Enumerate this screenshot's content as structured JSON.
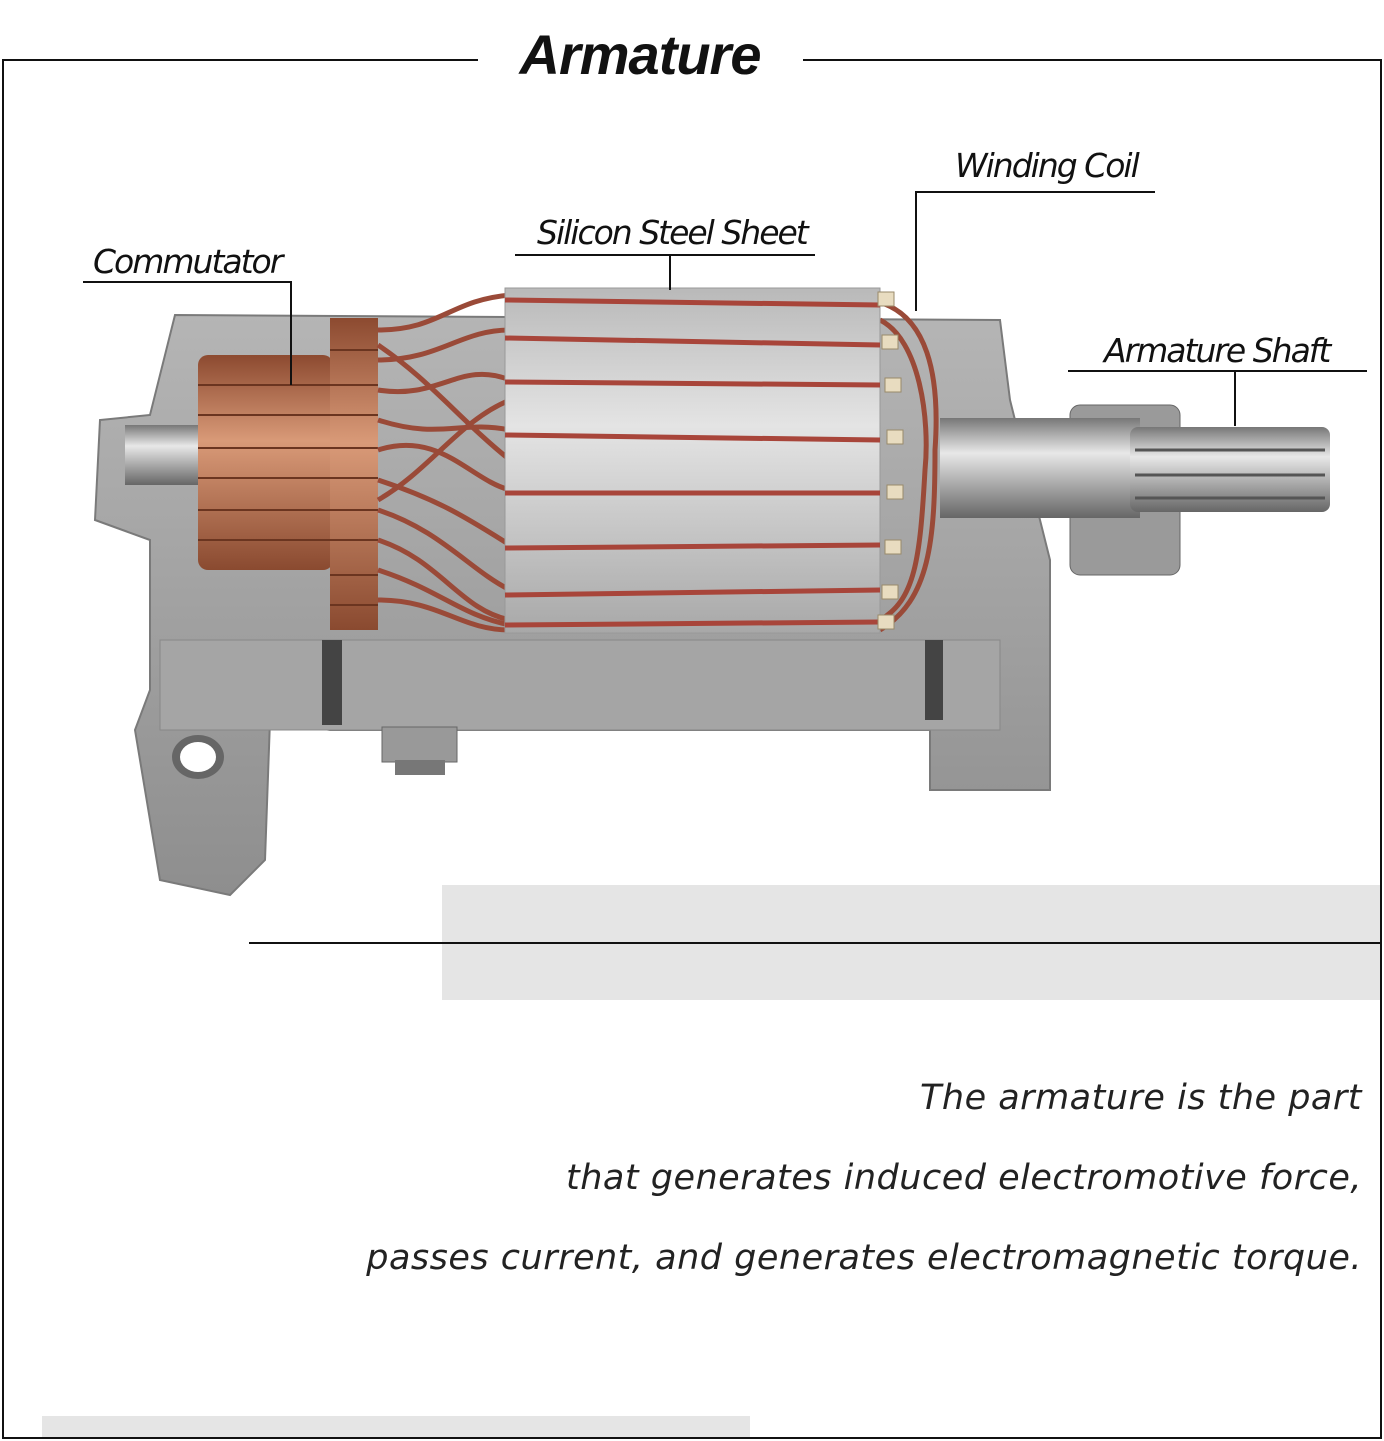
{
  "title": "Armature",
  "labels": {
    "commutator": "Commutator",
    "silicon_steel_sheet": "Silicon Steel Sheet",
    "winding_coil": "Winding Coil",
    "armature_shaft": "Armature Shaft"
  },
  "description": [
    "The armature is the part",
    "that generates induced electromotive force,",
    "passes current, and generates electromagnetic torque."
  ],
  "colors": {
    "housing": "#a9a9a9",
    "copper": "#b86a48",
    "steel": "#d4d4d4",
    "band": "#e5e5e5"
  }
}
